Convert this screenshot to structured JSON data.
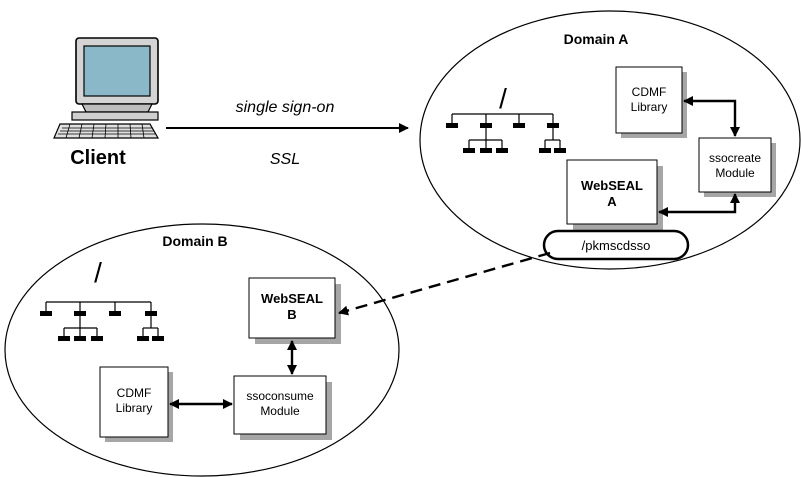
{
  "client": {
    "label": "Client"
  },
  "connection": {
    "top_label": "single sign-on",
    "bottom_label": "SSL"
  },
  "domain_a": {
    "title": "Domain A",
    "tree_root": "/",
    "cdmf": [
      "CDMF",
      "Library"
    ],
    "module": [
      "ssocreate",
      "Module"
    ],
    "webseal": [
      "WebSEAL",
      "A"
    ],
    "endpoint": "/pkmscdsso"
  },
  "domain_b": {
    "title": "Domain B",
    "tree_root": "/",
    "webseal": [
      "WebSEAL",
      "B"
    ],
    "cdmf": [
      "CDMF",
      "Library"
    ],
    "module": [
      "ssoconsume",
      "Module"
    ]
  },
  "colors": {
    "box_shadow": "#a6a6a6",
    "monitor_screen": "#8ab8c8",
    "computer_body": "#cfcfcf"
  }
}
